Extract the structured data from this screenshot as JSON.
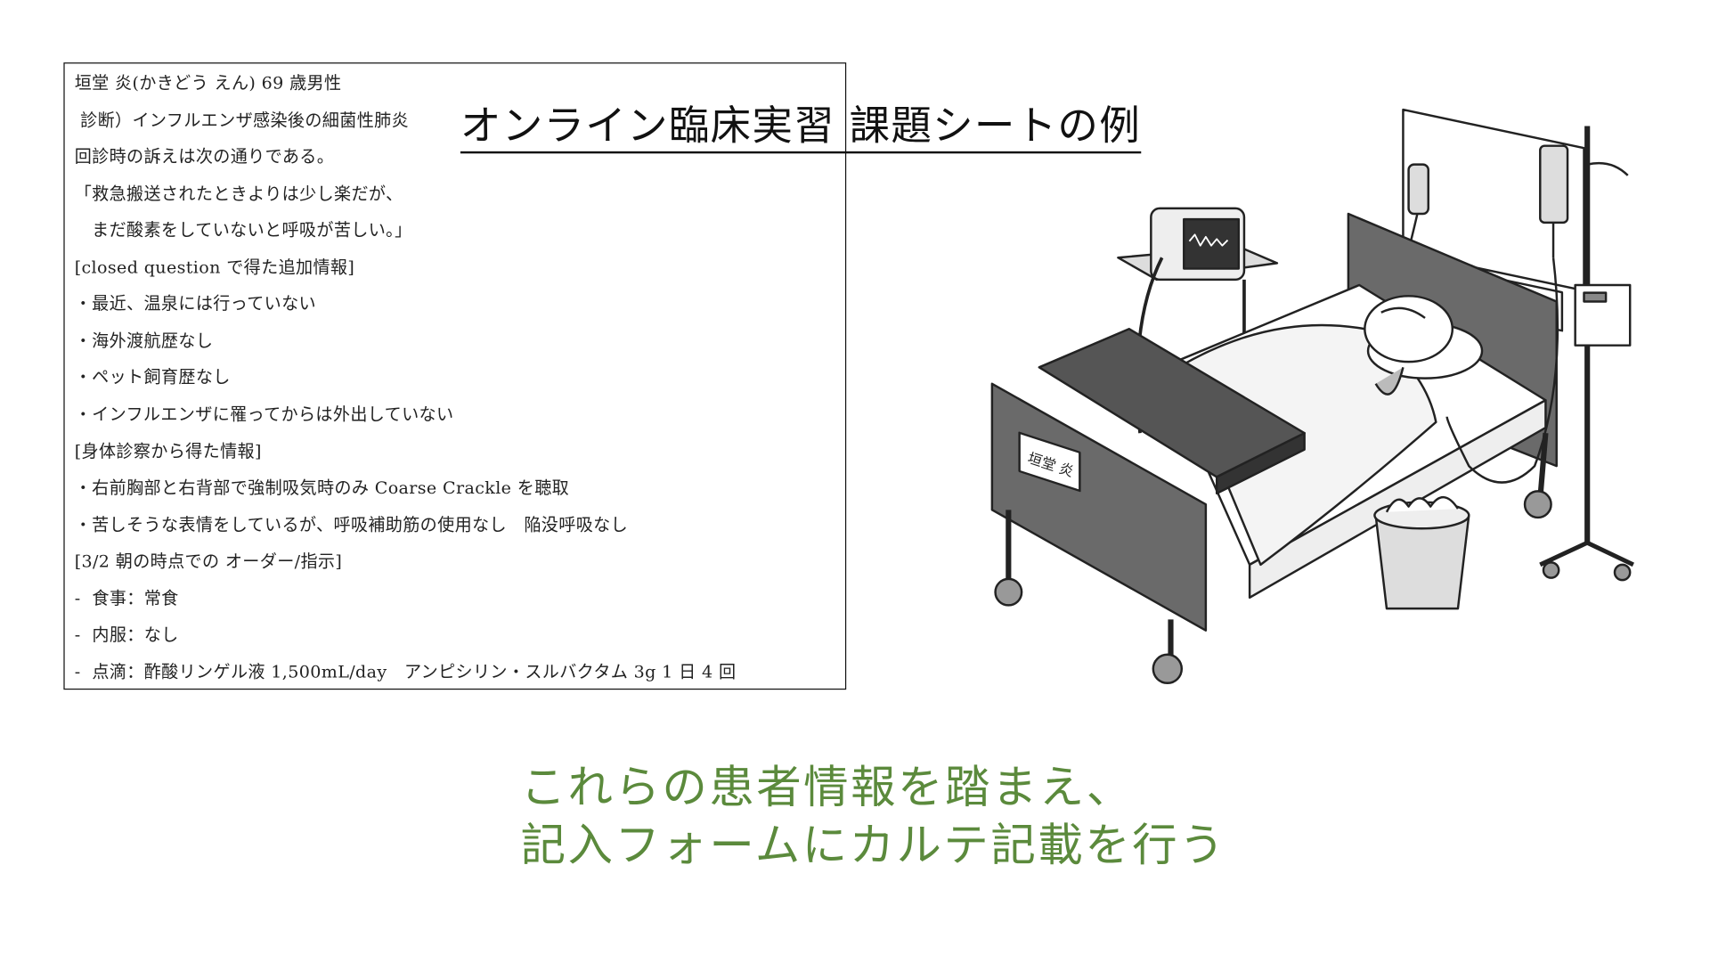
{
  "title": "オンライン臨床実習 課題シートの例",
  "patient_info": {
    "lines": [
      "垣堂 炎(かきどう えん) 69 歳男性",
      " 診断）インフルエンザ感染後の細菌性肺炎",
      "回診時の訴えは次の通りである。",
      "「救急搬送されたときよりは少し楽だが、",
      "　まだ酸素をしていないと呼吸が苦しい。」",
      "[closed question で得た追加情報]",
      "・最近、温泉には行っていない",
      "・海外渡航歴なし",
      "・ペット飼育歴なし",
      "・インフルエンザに罹ってからは外出していない",
      "[身体診察から得た情報]",
      "・右前胸部と右背部で強制吸気時のみ Coarse Crackle を聴取",
      "・苦しそうな表情をしているが、呼吸補助筋の使用なし　陥没呼吸なし",
      "[3/2 朝の時点での オーダー/指示]",
      "-  食事：常食",
      "-  内服：なし",
      "-  点滴：酢酸リンゲル液 1,500mL/day　アンピシリン・スルバクタム 3g 1 日 4 回"
    ]
  },
  "bed_nameplate": "垣堂 炎",
  "caption": {
    "line1": "これらの患者情報を踏まえ、",
    "line2": "記入フォームにカルテ記載を行う"
  },
  "colors": {
    "caption": "#5b8a3c",
    "text": "#222222"
  }
}
